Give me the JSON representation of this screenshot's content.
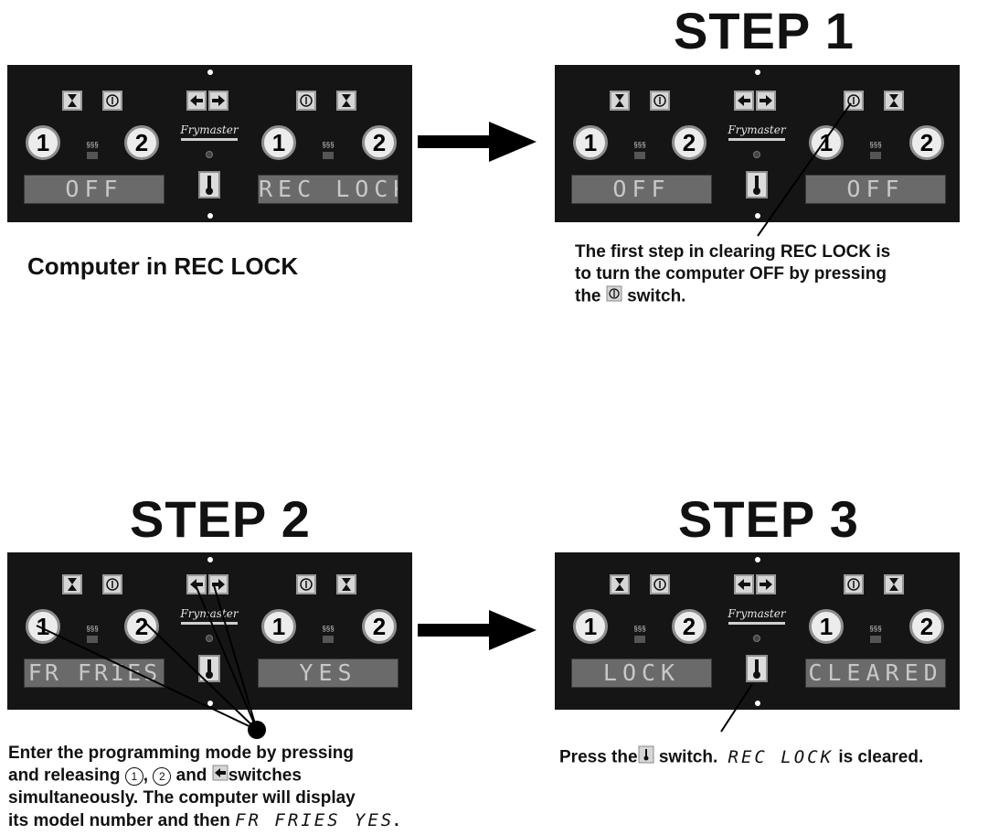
{
  "titles": {
    "step1": "STEP 1",
    "step2": "STEP 2",
    "step3": "STEP 3"
  },
  "brand": "Frymaster",
  "key_labels": {
    "left": "1",
    "right": "2"
  },
  "panels": {
    "initial": {
      "left_display": "OFF",
      "right_display": "REC LOCK"
    },
    "step1": {
      "left_display": "OFF",
      "right_display": "OFF"
    },
    "step2": {
      "left_display": "FR FRIES",
      "right_display": "YES"
    },
    "step3": {
      "left_display": "LOCK",
      "right_display": "CLEARED"
    }
  },
  "captions": {
    "initial": "Computer in REC LOCK",
    "step1_line1": "The first step in clearing REC LOCK is",
    "step1_line2": "to turn the computer OFF by pressing",
    "step1_line3_a": "the",
    "step1_line3_b": "switch.",
    "step2_line1": "Enter the programming mode by pressing",
    "step2_line2_a": "and releasing",
    "step2_sym1": "1",
    "step2_comma": ",",
    "step2_sym2": "2",
    "step2_and": "and",
    "step2_line2_b": "switches",
    "step2_line3": "simultaneously.  The computer will display",
    "step2_line4_a": "its model number and then",
    "step2_seg1": "FR FRIES",
    "step2_seg2": "YES",
    "step2_dot": ".",
    "step3_a": "Press the",
    "step3_b": "switch.",
    "step3_seg": "REC LOCK",
    "step3_c": "is cleared."
  },
  "colors": {
    "panel": "#151515",
    "display_bg": "#6a6a6a",
    "display_text": "#c8c8c8"
  }
}
